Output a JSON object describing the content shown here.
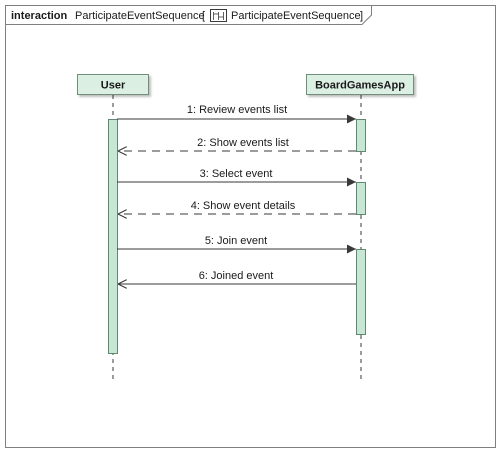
{
  "frame": {
    "kind": "interaction",
    "name": "ParticipateEventSequence",
    "open_bracket": "[",
    "ref_name": "ParticipateEventSequence",
    "close_bracket": "]"
  },
  "lifelines": [
    {
      "label": "User"
    },
    {
      "label": "BoardGamesApp"
    }
  ],
  "messages": [
    {
      "label": "1: Review events list",
      "from": 0,
      "to": 1,
      "kind": "sync"
    },
    {
      "label": "2: Show events list",
      "from": 1,
      "to": 0,
      "kind": "reply"
    },
    {
      "label": "3: Select event",
      "from": 0,
      "to": 1,
      "kind": "sync"
    },
    {
      "label": "4: Show event details",
      "from": 1,
      "to": 0,
      "kind": "reply"
    },
    {
      "label": "5: Join event",
      "from": 0,
      "to": 1,
      "kind": "sync"
    },
    {
      "label": "6: Joined event",
      "from": 1,
      "to": 0,
      "kind": "return"
    }
  ],
  "colors": {
    "frame_border": "#7f7f7f",
    "lifeline_head_fill": "#dcefe3",
    "lifeline_head_border": "#6f8f7a",
    "activation_fill": "#c7e6d4",
    "activation_border": "#5f8a70",
    "line": "#3a3a3a"
  }
}
